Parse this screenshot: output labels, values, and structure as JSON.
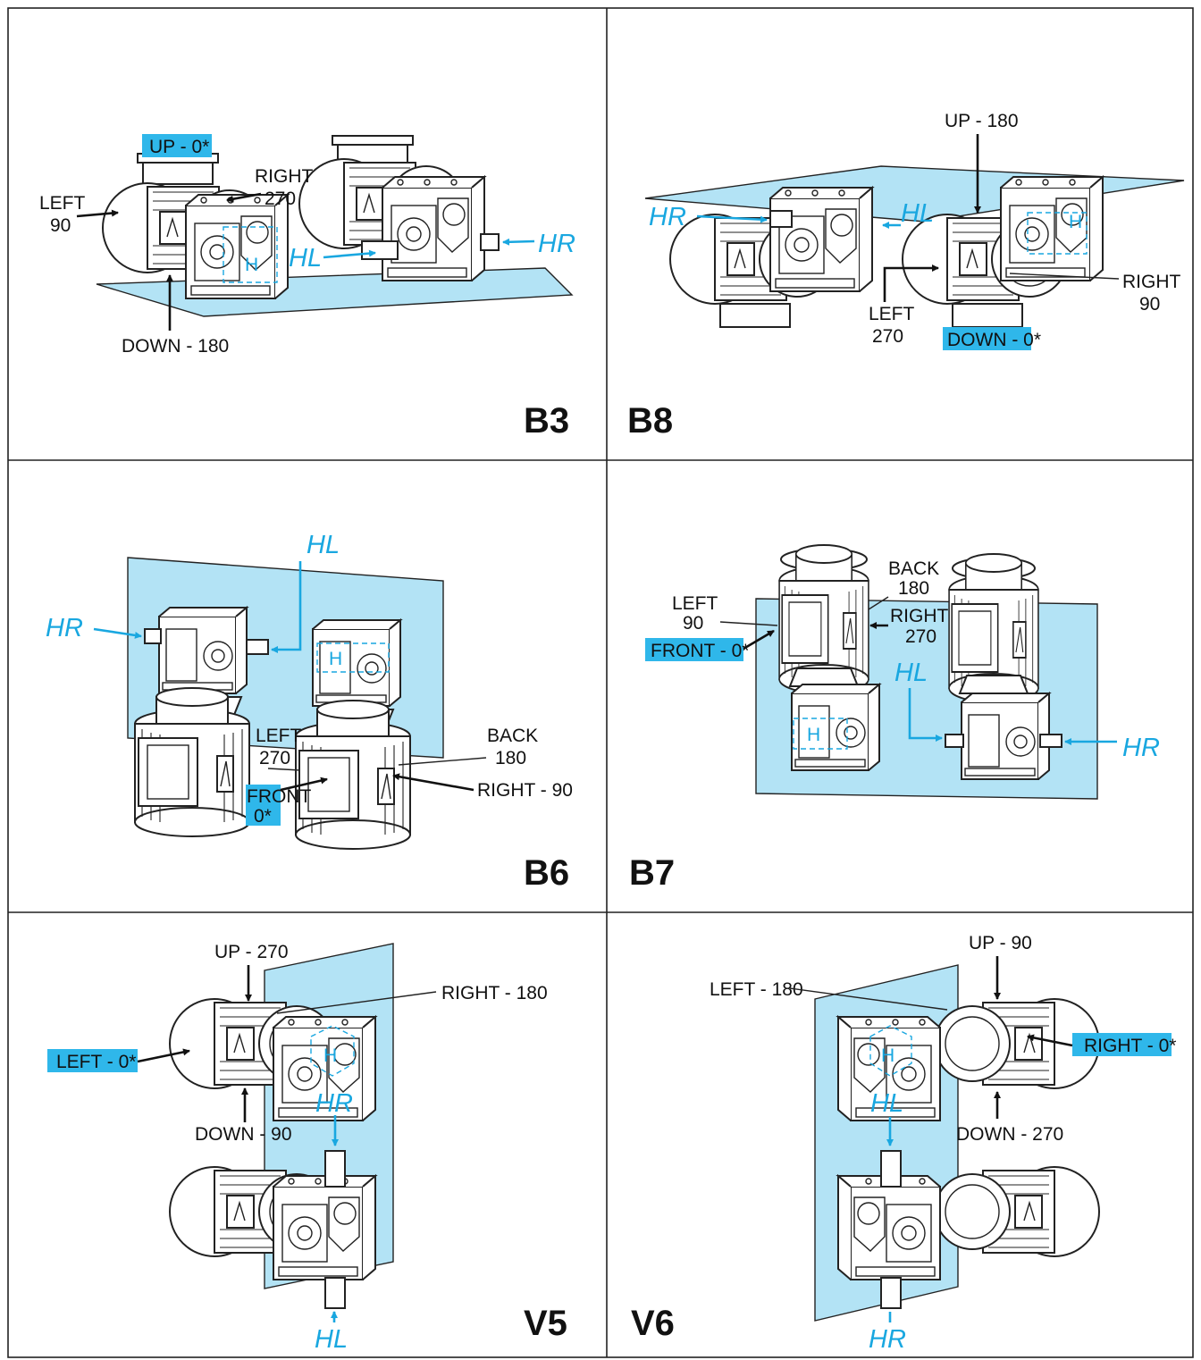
{
  "panels": [
    {
      "code": "B3",
      "labels": {
        "up": "UP - 0*",
        "left_a": "LEFT",
        "left_b": "90",
        "right_a": "RIGHT",
        "right_b": "270",
        "down": "DOWN - 180"
      }
    },
    {
      "code": "B8",
      "labels": {
        "up": "UP - 180",
        "left_a": "LEFT",
        "left_b": "270",
        "right_a": "RIGHT",
        "right_b": "90",
        "down": "DOWN - 0*"
      }
    },
    {
      "code": "B6",
      "labels": {
        "left_a": "LEFT",
        "left_b": "270",
        "back_a": "BACK",
        "back_b": "180",
        "front_a": "FRONT",
        "front_b": "0*",
        "right": "RIGHT - 90"
      }
    },
    {
      "code": "B7",
      "labels": {
        "left_a": "LEFT",
        "left_b": "90",
        "back_a": "BACK",
        "back_b": "180",
        "right_a": "RIGHT",
        "right_b": "270",
        "front": "FRONT - 0*"
      }
    },
    {
      "code": "V5",
      "labels": {
        "up": "UP - 270",
        "right": "RIGHT - 180",
        "left": "LEFT - 0*",
        "down": "DOWN - 90"
      }
    },
    {
      "code": "V6",
      "labels": {
        "up": "UP - 90",
        "left": "LEFT - 180",
        "right": "RIGHT - 0*",
        "down": "DOWN - 270"
      }
    }
  ],
  "shaft_labels": {
    "hl": "HL",
    "hr": "HR",
    "h": "H"
  },
  "colors": {
    "plane": "#b3e3f5",
    "highlight": "#2fb7ea",
    "shaft_text": "#19a7e0",
    "line": "#111111"
  }
}
